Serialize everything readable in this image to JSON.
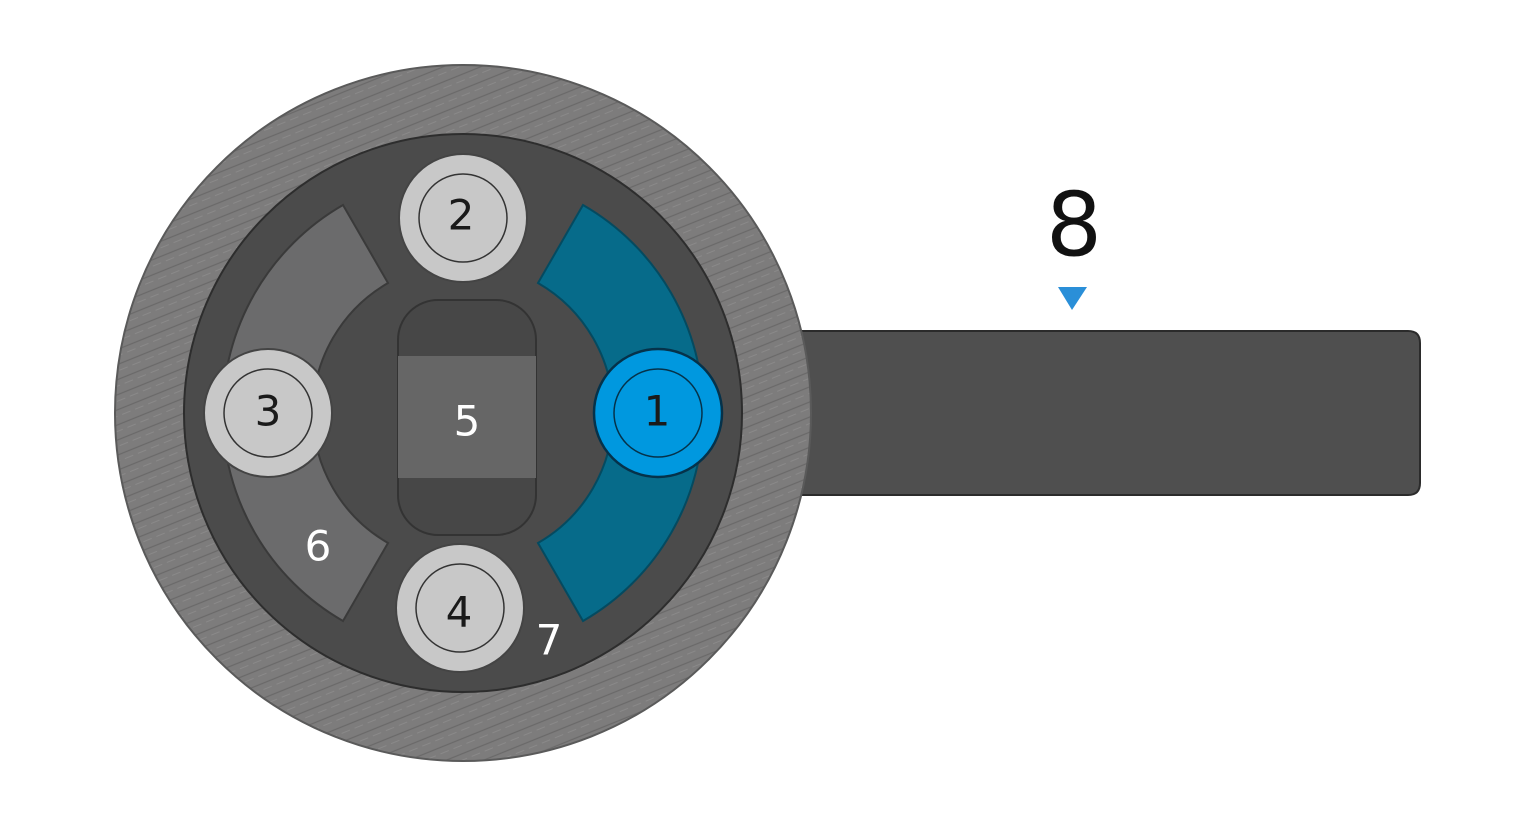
{
  "labels": {
    "button_1": "1",
    "button_2": "2",
    "button_3": "3",
    "button_4": "4",
    "center_5": "5",
    "segment_6": "6",
    "ring_7": "7",
    "bar_8": "8"
  },
  "colors": {
    "outer_ring": "#7d7c7c",
    "inner_disc": "#4b4b4b",
    "arc_left": "#6b6b6c",
    "arc_right": "#066b8a",
    "button_grey": "#c8c8c8",
    "button_active": "#0098df",
    "center_square": "#666666",
    "bar": "#4f4f4f",
    "indicator": "#2a8fd8"
  },
  "icons": {
    "indicator": "triangle-down-icon"
  }
}
